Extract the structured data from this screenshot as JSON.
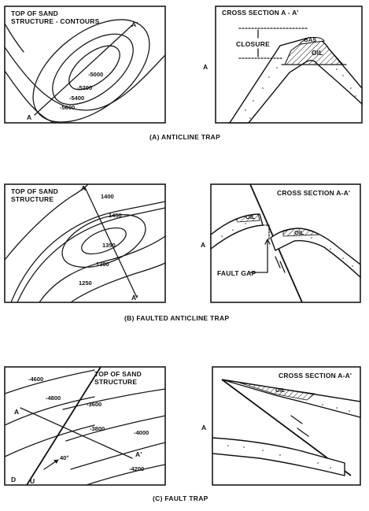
{
  "panel_a": {
    "map_title_1": "TOP OF SAND",
    "map_title_2": "STRUCTURE - CONTOURS",
    "point_a": "A",
    "point_a_prime": "A'",
    "contours": [
      "-5000",
      "-5200",
      "-5400",
      "-5600"
    ],
    "section_title": "CROSS SECTION A - A'",
    "closure_label": "CLOSURE",
    "gas_label": "GAS",
    "oil_label": "OIL",
    "section_a": "A",
    "caption": "(A) ANTICLINE TRAP"
  },
  "panel_b": {
    "map_title_1": "TOP OF SAND",
    "map_title_2": "STRUCTURE",
    "point_a": "A",
    "point_a_prime": "A'",
    "contours": [
      "1400",
      "1450",
      "1350",
      "1300",
      "1250"
    ],
    "section_title": "CROSS SECTION A-A'",
    "oil_left": "OIL",
    "oil_right": "OIL",
    "fault_gap_label": "FAULT GAP",
    "section_a": "A",
    "caption": "(B) FAULTED ANTICLINE TRAP"
  },
  "panel_c": {
    "map_title_1": "TOP OF SAND",
    "map_title_2": "STRUCTURE",
    "contours": [
      "-4600",
      "-4800",
      "-3600",
      "-3800",
      "-4000",
      "-4200"
    ],
    "point_a": "A",
    "point_a_prime": "A'",
    "dip_label": "40°",
    "d_label": "D",
    "u_label": "U",
    "section_title": "CROSS SECTION A-A'",
    "oil_label": "OIL",
    "section_a": "A",
    "caption": "(C) FAULT TRAP"
  }
}
